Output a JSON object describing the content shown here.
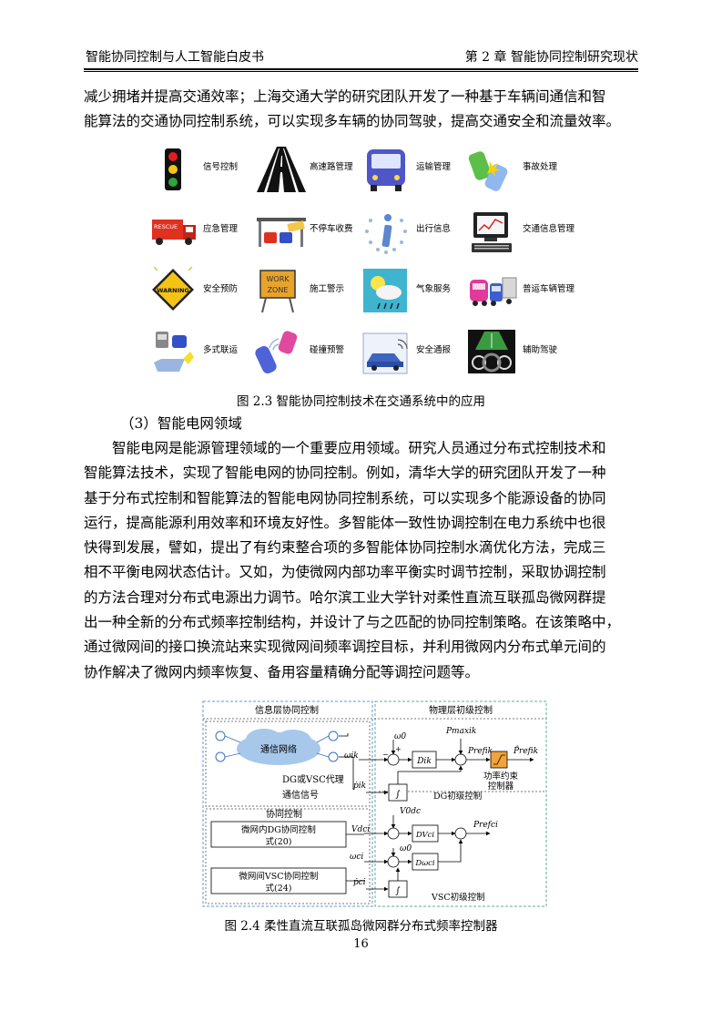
{
  "header": {
    "left": "智能协同控制与人工智能白皮书",
    "right": "第 2 章  智能协同控制研究现状"
  },
  "intro_lines": [
    "减少拥堵并提高交通效率；上海交通大学的研究团队开发了一种基于车辆间通信和智",
    "能算法的交通协同控制系统，可以实现多车辆的协同驾驶，提高交通安全和流量效率。"
  ],
  "figure1": {
    "items": [
      {
        "label": "信号控制",
        "icon": "traffic-light-icon"
      },
      {
        "label": "高速路管理",
        "icon": "highway-icon"
      },
      {
        "label": "运输管理",
        "icon": "bus-icon"
      },
      {
        "label": "事故处理",
        "icon": "accident-icon"
      },
      {
        "label": "应急管理",
        "icon": "rescue-truck-icon"
      },
      {
        "label": "不停车收费",
        "icon": "toll-icon"
      },
      {
        "label": "出行信息",
        "icon": "info-icon"
      },
      {
        "label": "交通信息管理",
        "icon": "computer-icon"
      },
      {
        "label": "安全预防",
        "icon": "warning-sign-icon"
      },
      {
        "label": "施工警示",
        "icon": "work-zone-icon"
      },
      {
        "label": "气象服务",
        "icon": "weather-icon"
      },
      {
        "label": "普运车辆管理",
        "icon": "vehicles-icon"
      },
      {
        "label": "多式联运",
        "icon": "intermodal-icon"
      },
      {
        "label": "碰撞预警",
        "icon": "collision-icon"
      },
      {
        "label": "安全通报",
        "icon": "car-alert-icon"
      },
      {
        "label": "辅助驾驶",
        "icon": "dashboard-icon"
      }
    ],
    "sign_text": {
      "rescue": "RESCUE",
      "warning": "WARNING",
      "work": "WORK",
      "zone": "ZONE"
    },
    "caption": "图 2.3 智能协同控制技术在交通系统中的应用"
  },
  "section_heading": "（3）智能电网领域",
  "body_lines": [
    "智能电网是能源管理领域的一个重要应用领域。研究人员通过分布式控制技术和",
    "智能算法技术，实现了智能电网的协同控制。例如，清华大学的研究团队开发了一种",
    "基于分布式控制和智能算法的智能电网协同控制系统，可以实现多个能源设备的协同",
    "运行，提高能源利用效率和环境友好性。多智能体一致性协调控制在电力系统中也很",
    "快得到发展，譬如，提出了有约束整合项的多智能体协同控制水滴优化方法，完成三",
    "相不平衡电网状态估计。又如，为使微网内部功率平衡实时调节控制，采取协调控制",
    "的方法合理对分布式电源出力调节。哈尔滨工业大学针对柔性直流互联孤岛微网群提",
    "出一种全新的分布式频率控制结构，并设计了与之匹配的协同控制策略。在该策略中，",
    "通过微网间的接口换流站来实现微网间频率调控目标，并利用微网内分布式单元间的",
    "协作解决了微网内频率恢复、备用容量精确分配等调控问题等。"
  ],
  "figure2": {
    "left_title": "信息层协同控制",
    "right_title": "物理层初级控制",
    "network": "通信网络",
    "agent": "DG或VSC代理",
    "comm_signal": "通信信号",
    "coord": "协同控制",
    "dg_box": [
      "微网内DG协同控制",
      "式(20)"
    ],
    "vsc_box": [
      "微网间VSC协同控制",
      "式(24)"
    ],
    "dg_primary": "DG初级控制",
    "vsc_primary": "VSC初级控制",
    "limiter": [
      "功率约束",
      "控制器"
    ],
    "omega0": "ω0",
    "omega_ik": "ωik",
    "p_ik_dot": "ṗik",
    "v_dci": "Vdci",
    "v_dc0": "V0dc",
    "omega_ci": "ωci",
    "p_ci_dot": "ṗci",
    "d_ik": "Dik",
    "d_v_ci": "DVci",
    "d_w_ci": "Dωci",
    "p_ik_max": "Pmaxik",
    "p_ik_ref": "Prefik",
    "p_ik_ref_hat": "P̂refik",
    "p_ci_ref": "Prefci",
    "integrator": "∫",
    "plus": "+",
    "minus": "−",
    "caption": "图 2.4 柔性直流互联孤岛微网群分布式频率控制器"
  },
  "page_number": "16"
}
